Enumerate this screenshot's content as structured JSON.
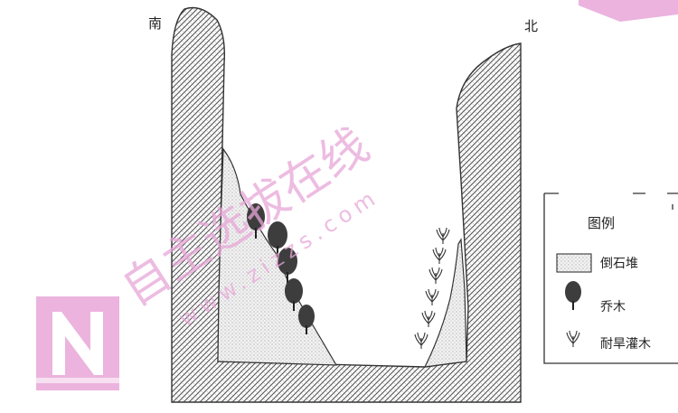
{
  "directions": {
    "south": "南",
    "north": "北"
  },
  "legend": {
    "title": "图例",
    "items": [
      {
        "label": "倒石堆",
        "icon": "rubble-swatch-icon"
      },
      {
        "label": "乔木",
        "icon": "tree-icon"
      },
      {
        "label": "耐旱灌木",
        "icon": "shrub-icon"
      }
    ]
  },
  "watermark": {
    "text": "自主选拔在线",
    "url": "www.zizzs.com",
    "color": "#e8a6d8"
  },
  "colors": {
    "rock": "#555555",
    "rubble_fill": "#ededed",
    "tree": "#3a3a3a",
    "watermark": "#e8a6d8"
  }
}
